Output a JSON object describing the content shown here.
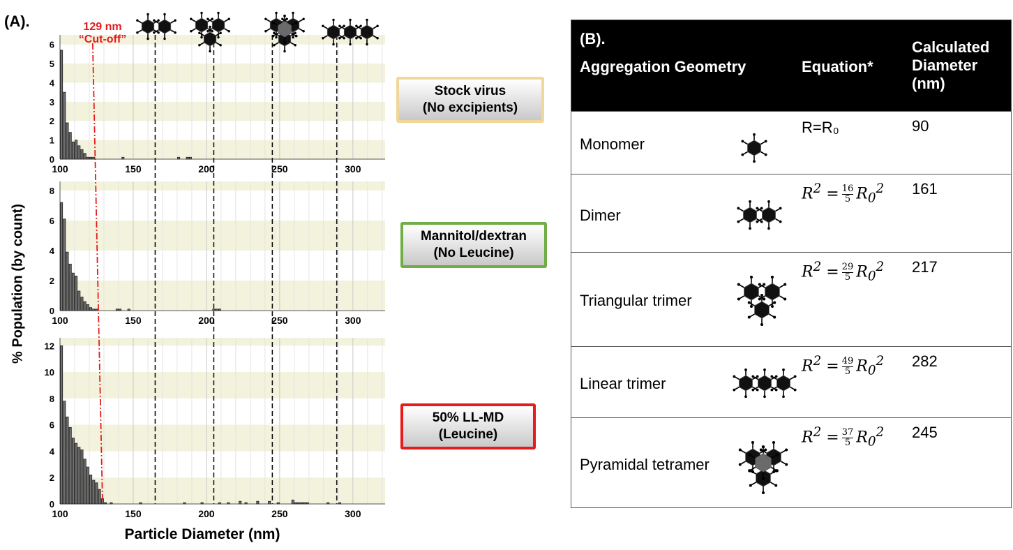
{
  "panel_a": {
    "label": "(A).",
    "cutoff_label_1": "129 nm",
    "cutoff_label_2": "“Cut-off”",
    "cutoff_value": 129,
    "aggregate_lines": [
      165,
      205,
      245,
      289
    ],
    "ylabel": "% Population (by count)",
    "xlabel": "Particle Diameter (nm)",
    "legends": [
      {
        "line1": "Stock virus",
        "line2": "(No excipients)",
        "border": "#f1d79a"
      },
      {
        "line1": "Mannitol/dextran",
        "line2": "(No Leucine)",
        "border": "#6fad47"
      },
      {
        "line1": "50% LL-MD",
        "line2": "(Leucine)",
        "border": "#e81b1b"
      }
    ]
  },
  "chart_data": [
    {
      "type": "bar",
      "name": "Stock virus (No excipients)",
      "x": [
        101,
        103,
        105,
        107,
        109,
        111,
        113,
        115,
        117,
        119,
        121,
        123,
        143,
        181,
        187,
        189
      ],
      "values": [
        5.7,
        3.5,
        1.9,
        1.4,
        0.9,
        1.0,
        0.7,
        0.5,
        0.3,
        0.1,
        0.1,
        0.1,
        0.1,
        0.1,
        0.1,
        0.1
      ],
      "xlim": [
        100,
        322
      ],
      "ylim": [
        0,
        6.5
      ],
      "yticks": [
        0,
        1,
        2,
        3,
        4,
        5,
        6
      ],
      "xticks": [
        100,
        150,
        200,
        250,
        300
      ],
      "grid": true
    },
    {
      "type": "bar",
      "name": "Mannitol/dextran (No Leucine)",
      "x": [
        101,
        103,
        105,
        107,
        109,
        111,
        113,
        115,
        117,
        119,
        121,
        123,
        125,
        139,
        141,
        147,
        205,
        207,
        209
      ],
      "values": [
        7.2,
        6.1,
        3.9,
        3.1,
        2.5,
        2.3,
        1.3,
        0.9,
        0.6,
        0.4,
        0.2,
        0.1,
        0.1,
        0.1,
        0.1,
        0.1,
        0.1,
        0.1,
        0.1
      ],
      "xlim": [
        100,
        322
      ],
      "ylim": [
        0,
        8.6
      ],
      "yticks": [
        0,
        2,
        4,
        6,
        8
      ],
      "xticks": [
        100,
        150,
        200,
        250,
        300
      ],
      "grid": true
    },
    {
      "type": "bar",
      "name": "50% LL-MD (Leucine)",
      "x": [
        101,
        103,
        105,
        107,
        109,
        111,
        113,
        115,
        117,
        119,
        121,
        123,
        125,
        127,
        129,
        131,
        135,
        155,
        185,
        197,
        209,
        215,
        223,
        227,
        235,
        243,
        249,
        259,
        261,
        263,
        265,
        267,
        269,
        283,
        291
      ],
      "values": [
        12,
        7.8,
        6.6,
        5.8,
        5.0,
        4.6,
        4.3,
        4.1,
        3.4,
        2.8,
        2.2,
        1.8,
        1.6,
        1.1,
        0.4,
        0.1,
        0.1,
        0.1,
        0.1,
        0.1,
        0.1,
        0.1,
        0.2,
        0.1,
        0.2,
        0.2,
        0.1,
        0.3,
        0.1,
        0.1,
        0.1,
        0.1,
        0.1,
        0.1,
        0.1
      ],
      "xlim": [
        100,
        322
      ],
      "ylim": [
        0,
        12.6
      ],
      "yticks": [
        0,
        2,
        4,
        6,
        8,
        10,
        12
      ],
      "xticks": [
        100,
        150,
        200,
        250,
        300
      ],
      "grid": true
    }
  ],
  "panel_b": {
    "label": "(B).",
    "header": {
      "col1": "Aggregation Geometry",
      "col2": "Equation*",
      "col3_lines": [
        "Calculated",
        "Diameter",
        "(nm)"
      ]
    },
    "rows": [
      {
        "name": "Monomer",
        "eq_plain": "R=R₀",
        "numerator": "",
        "denominator": "",
        "diameter": "90",
        "icon": "monomer-icon"
      },
      {
        "name": "Dimer",
        "eq_plain": "",
        "numerator": "16",
        "denominator": "5",
        "diameter": "161",
        "icon": "dimer-icon"
      },
      {
        "name": "Triangular trimer",
        "eq_plain": "",
        "numerator": "29",
        "denominator": "5",
        "diameter": "217",
        "icon": "triangular-trimer-icon"
      },
      {
        "name": "Linear trimer",
        "eq_plain": "",
        "numerator": "49",
        "denominator": "5",
        "diameter": "282",
        "icon": "linear-trimer-icon"
      },
      {
        "name": "Pyramidal tetramer",
        "eq_plain": "",
        "numerator": "37",
        "denominator": "5",
        "diameter": "245",
        "icon": "pyramidal-tetramer-icon"
      }
    ]
  }
}
